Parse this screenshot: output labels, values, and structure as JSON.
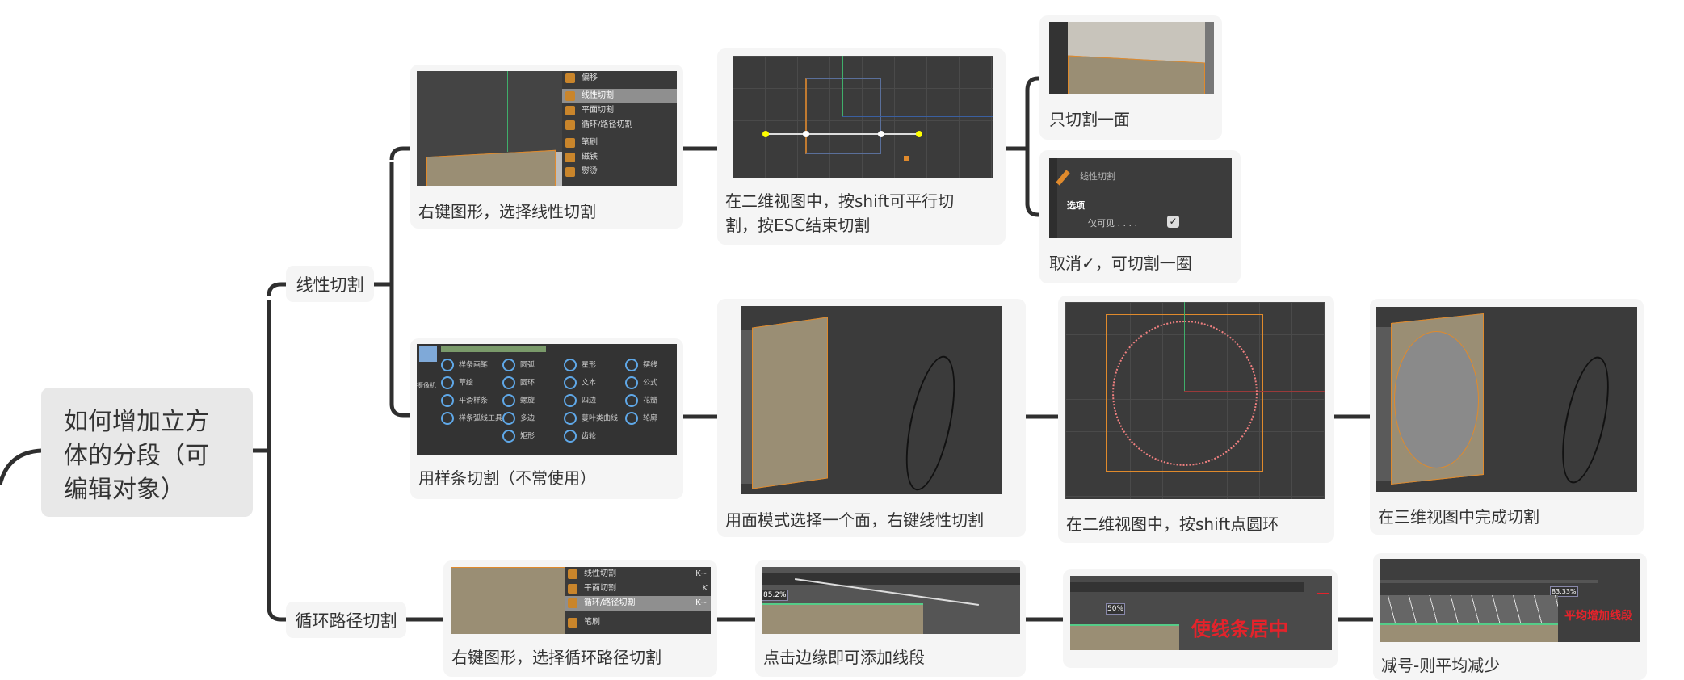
{
  "root": {
    "title": "如何增加立方体的分段（可编辑对象）"
  },
  "branches": [
    {
      "label": "线性切割"
    },
    {
      "label": "循环路径切割"
    }
  ],
  "linear": {
    "menu_card": {
      "caption": "右键图形，选择线性切割",
      "menu": [
        "偏移",
        "线性切割",
        "平面切割",
        "循环/路径切割",
        "笔刷",
        "磁铁",
        "熨烫"
      ]
    },
    "view2d_card": {
      "caption_line1": "在二维视图中，按shift可平行切",
      "caption_line2": "割，按ESC结束切割"
    },
    "one_face_card": {
      "caption": "只切割一面"
    },
    "uncheck_card": {
      "caption": "取消✓，可切割一圈",
      "panel_title": "线性切割",
      "section": "选项",
      "option": "仅可见 . . . .",
      "checked": true
    },
    "spline_card": {
      "caption": "用样条切割（不常使用）",
      "side_label": "摄像机",
      "columns": [
        [
          "样条画笔",
          "草绘",
          "平滑样条",
          "样条弧线工具"
        ],
        [
          "圆弧",
          "圆环",
          "螺旋",
          "多边",
          "矩形"
        ],
        [
          "星形",
          "文本",
          "四边",
          "蔓叶类曲线",
          "齿轮"
        ],
        [
          "摆线",
          "公式",
          "花瓣",
          "轮廓"
        ]
      ]
    },
    "face_mode_card": {
      "caption": "用面模式选择一个面，右键线性切割"
    },
    "circle_card": {
      "caption": "在二维视图中，按shift点圆环"
    },
    "done_card": {
      "caption": "在三维视图中完成切割"
    }
  },
  "loop": {
    "menu_card": {
      "caption": "右键图形，选择循环路径切割",
      "menu": [
        {
          "label": "线性切割",
          "key": "K~"
        },
        {
          "label": "平面切割",
          "key": "K"
        },
        {
          "label": "循环/路径切割",
          "key": "K~"
        },
        {
          "label": "笔刷",
          "key": ""
        }
      ]
    },
    "edge_card": {
      "caption": "点击边缘即可添加线段",
      "percent": "85.2%"
    },
    "center_card": {
      "percent": "50%",
      "annotation": "使线条居中"
    },
    "minus_card": {
      "caption": "减号-则平均减少",
      "annotation": "平均增加线段",
      "percent": "83.33%"
    }
  },
  "colors": {
    "connector": "#2f2f2f",
    "card": "#f5f5f5",
    "root": "#e8e8e8",
    "accent": "#e08a2c",
    "annotation": "#e3232b"
  }
}
